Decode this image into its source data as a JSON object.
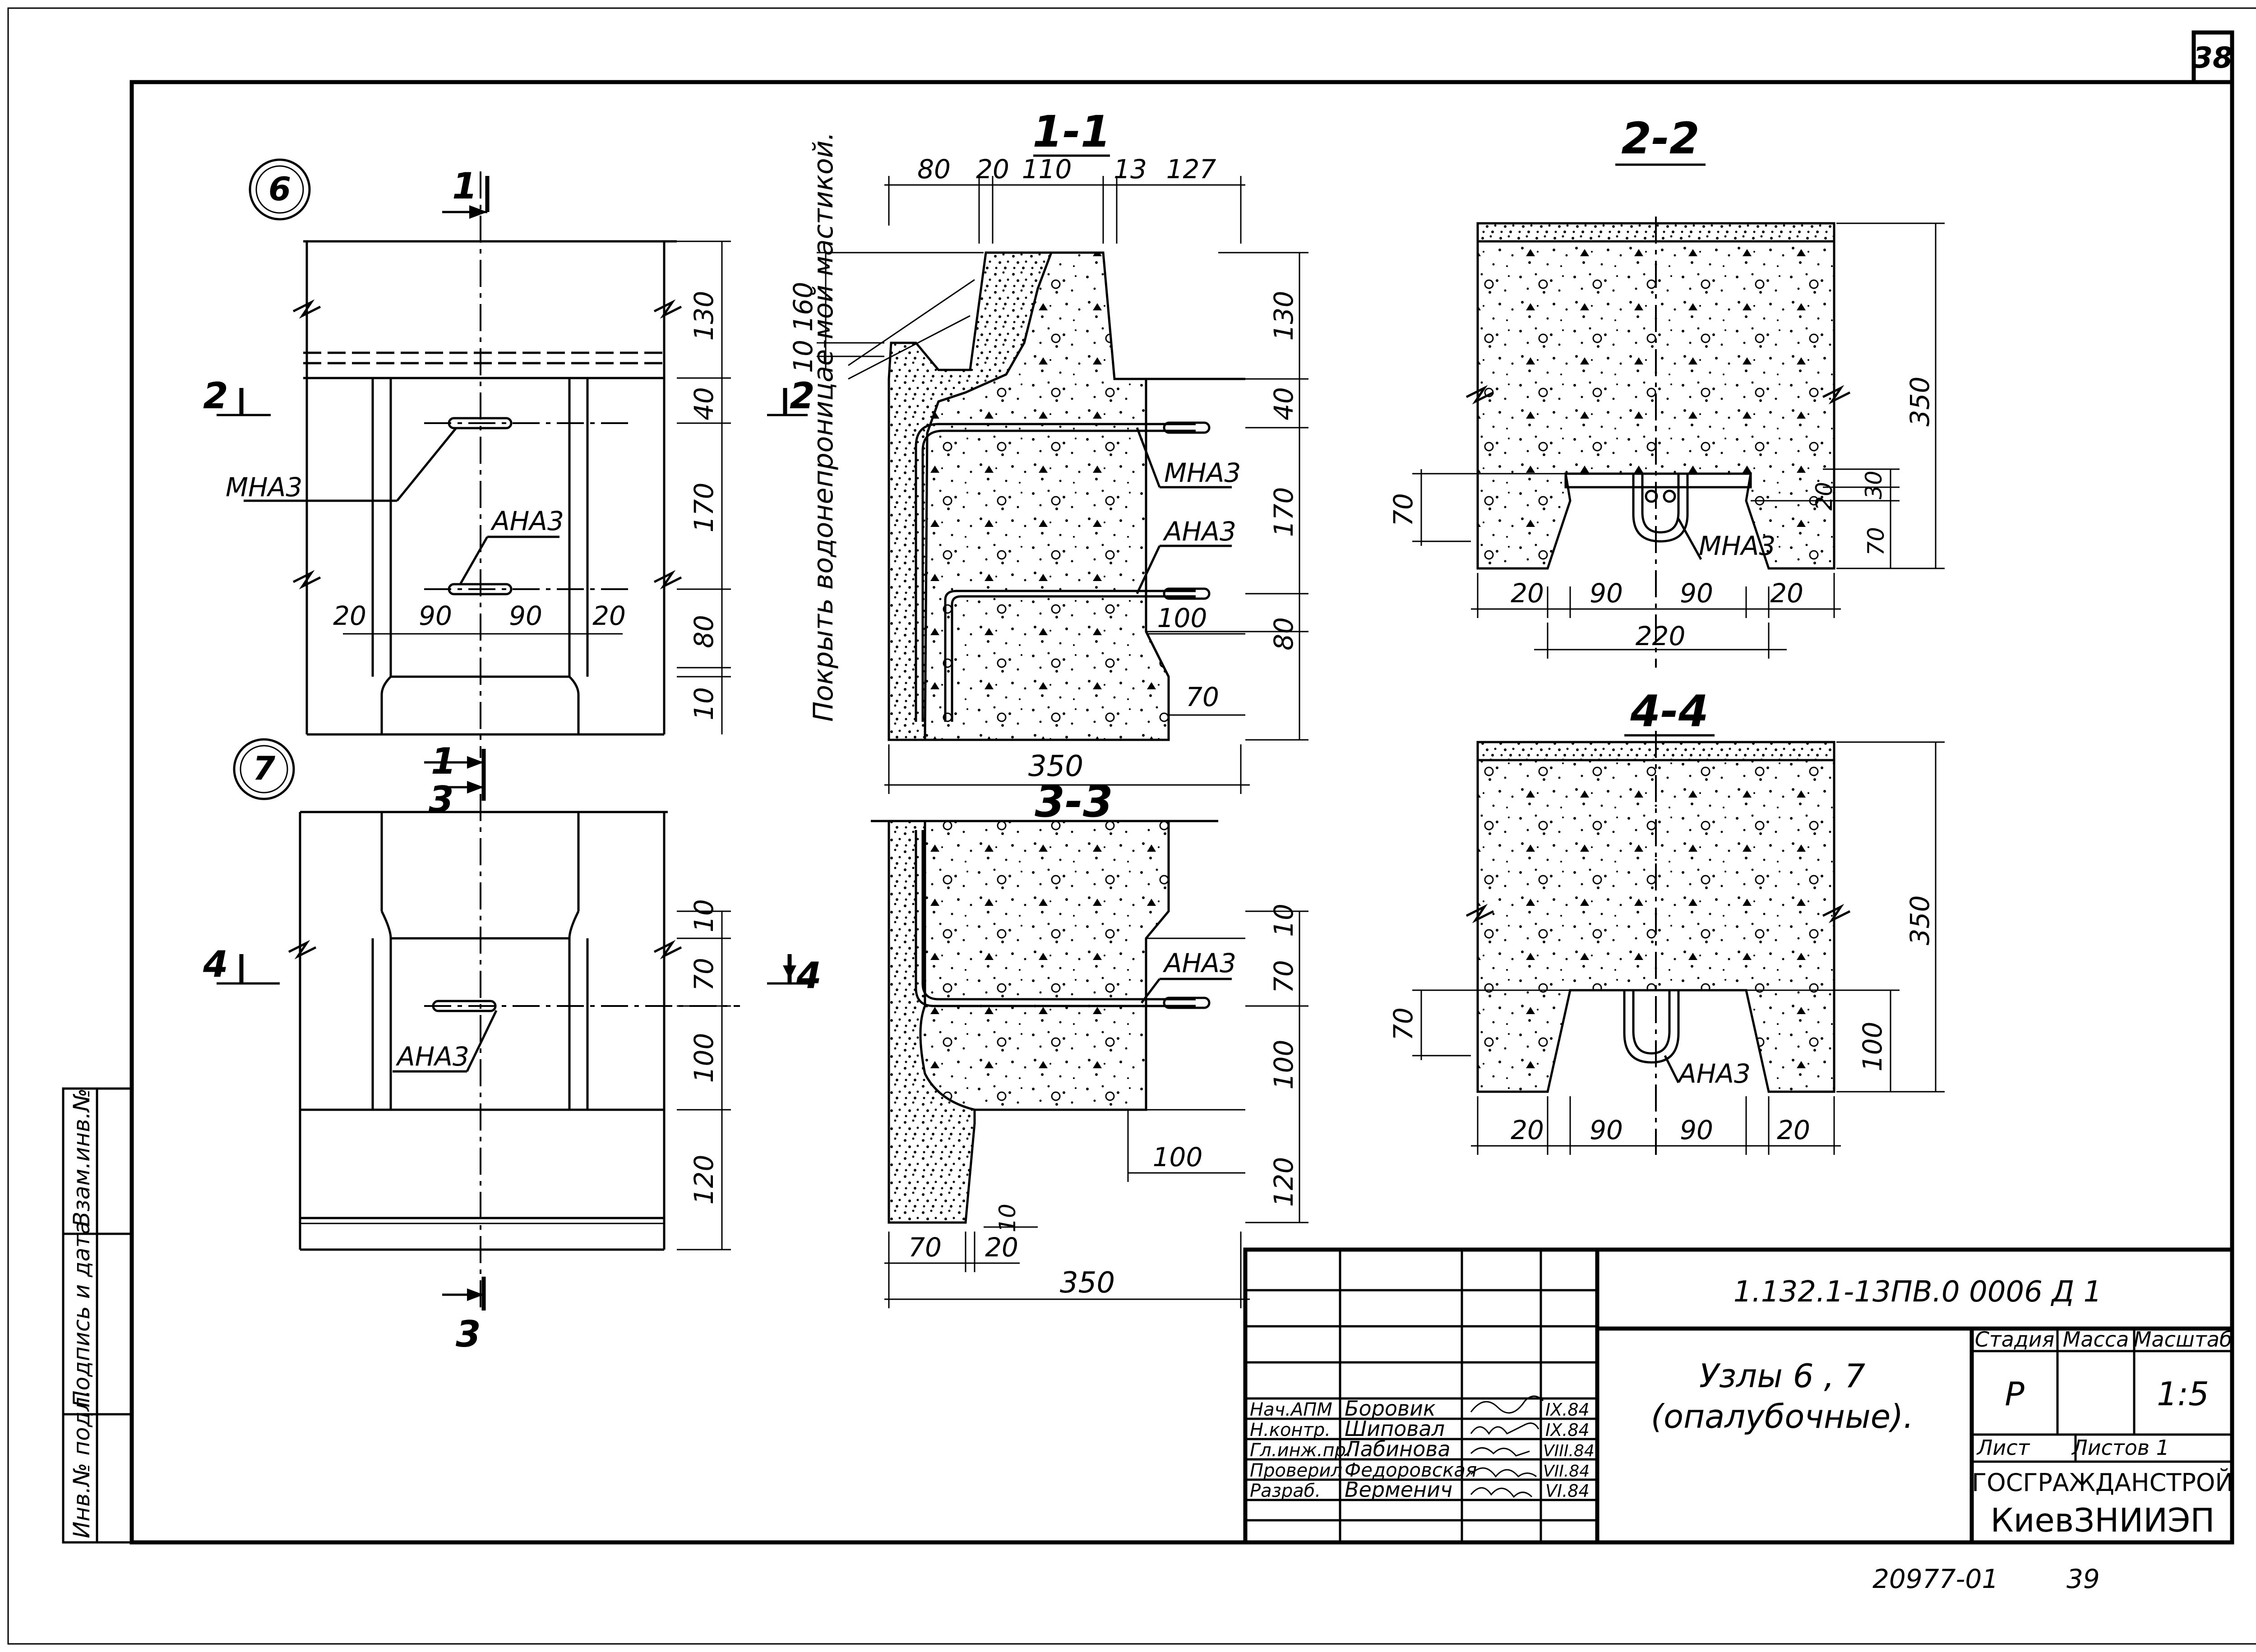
{
  "page_number": "38",
  "node_6": {
    "marker": "6",
    "cut_1": "1",
    "cut_2_left": "2",
    "cut_2_right": "2",
    "label_mna": "МНА3",
    "label_ana": "АНА3",
    "dims_right": [
      "130",
      "40",
      "170",
      "80",
      "10"
    ],
    "dims_bottom": [
      "20",
      "90",
      "90",
      "20"
    ]
  },
  "node_7": {
    "marker": "7",
    "cut_1": "1",
    "cut_3_top": "3",
    "cut_3_bottom": "3",
    "cut_4_left": "4",
    "cut_4_right": "4",
    "label_ana": "АНА3",
    "dims_right": [
      "10",
      "70",
      "100",
      "120"
    ]
  },
  "section_1_1": {
    "title": "1-1",
    "dims_top": [
      "80",
      "20",
      "110",
      "13",
      "127"
    ],
    "dims_left": [
      "160",
      "10"
    ],
    "dims_right": [
      "130",
      "40",
      "170",
      "80"
    ],
    "inner_dims": [
      "100",
      "70"
    ],
    "width": "350",
    "note": "Покрыть водонепроницае-мой мастикой.",
    "label_mna": "МНА3",
    "label_ana": "АНА3"
  },
  "section_3_3": {
    "title": "3-3",
    "dims_right": [
      "10",
      "70",
      "100",
      "120"
    ],
    "inner_dim": "100",
    "small_dim": "10",
    "dims_bottom": [
      "70",
      "20"
    ],
    "width": "350",
    "label_ana": "АНА3"
  },
  "section_2_2": {
    "title": "2-2",
    "height": "350",
    "left_dim": "70",
    "right_dims": [
      "30",
      "20",
      "70"
    ],
    "dims_bottom": [
      "20",
      "90",
      "90",
      "20"
    ],
    "total": "220",
    "label_mna": "МНА3"
  },
  "section_4_4": {
    "title": "4-4",
    "height": "350",
    "left_dim": "70",
    "right_dim": "100",
    "dims_bottom": [
      "20",
      "90",
      "90",
      "20"
    ],
    "label_ana": "АНА3"
  },
  "left_stamps": [
    "Инв.№ подл.",
    "Подпись и дата",
    "Взам.инв.№"
  ],
  "title_block": {
    "doc_code": "1.132.1-13ПВ.0   0006 Д 1",
    "title_line1": "Узлы  6 , 7",
    "title_line2": "(опалубочные).",
    "stage_header": "Стадия",
    "mass_header": "Масса",
    "scale_header": "Масштаб",
    "stage_value": "Р",
    "scale_value": "1:5",
    "sheet_label": "Лист",
    "sheets_label": "Листов 1",
    "org_line1": "ГОСГРАЖДАНСТРОЙ",
    "org_line2": "КиевЗНИИЭП",
    "staff": [
      {
        "role": "Нач.АПМ",
        "name": "Боровик",
        "date": "IX.84"
      },
      {
        "role": "Н.контр.",
        "name": "Шиповал",
        "date": "IX.84"
      },
      {
        "role": "Гл.инж.пр.",
        "name": "Лабинова",
        "date": "VIII.84"
      },
      {
        "role": "Проверил",
        "name": "Федоровская",
        "date": "VII.84"
      },
      {
        "role": "Разраб.",
        "name": "Верменич",
        "date": "VI.84"
      }
    ]
  },
  "archive_number": "20977-01",
  "archive_page": "39"
}
